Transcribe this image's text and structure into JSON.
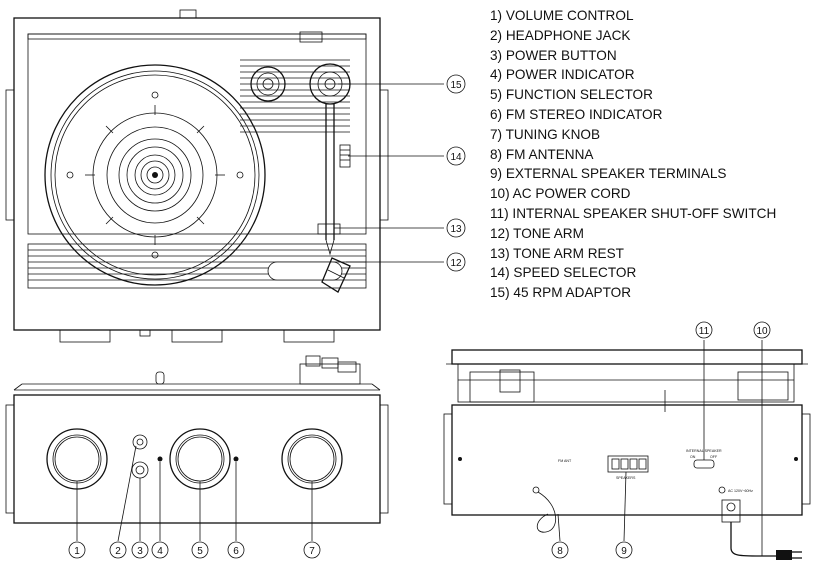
{
  "legend": [
    "1) VOLUME CONTROL",
    "2) HEADPHONE JACK",
    "3)  POWER BUTTON",
    "4)  POWER INDICATOR",
    "5) FUNCTION SELECTOR",
    "6) FM STEREO INDICATOR",
    "7) TUNING KNOB",
    "8) FM ANTENNA",
    "9) EXTERNAL SPEAKER TERMINALS",
    "10) AC POWER CORD",
    "11) INTERNAL SPEAKER SHUT-OFF SWITCH",
    "12) TONE ARM",
    "13)  TONE ARM REST",
    "14) SPEED SELECTOR",
    "15)  45 RPM ADAPTOR"
  ],
  "callouts": {
    "c1": "1",
    "c2": "2",
    "c3": "3",
    "c4": "4",
    "c5": "5",
    "c6": "6",
    "c7": "7",
    "c8": "8",
    "c9": "9",
    "c10": "10",
    "c11": "11",
    "c12": "12",
    "c13": "13",
    "c14": "14",
    "c15": "15"
  },
  "rear_labels": {
    "fm": "FM ANT",
    "speakers": "SPEAKERS",
    "internal_speaker": "INTERNAL SPEAKER",
    "on": "ON",
    "off": "OFF",
    "ac": "AC 120V~60Hz"
  }
}
